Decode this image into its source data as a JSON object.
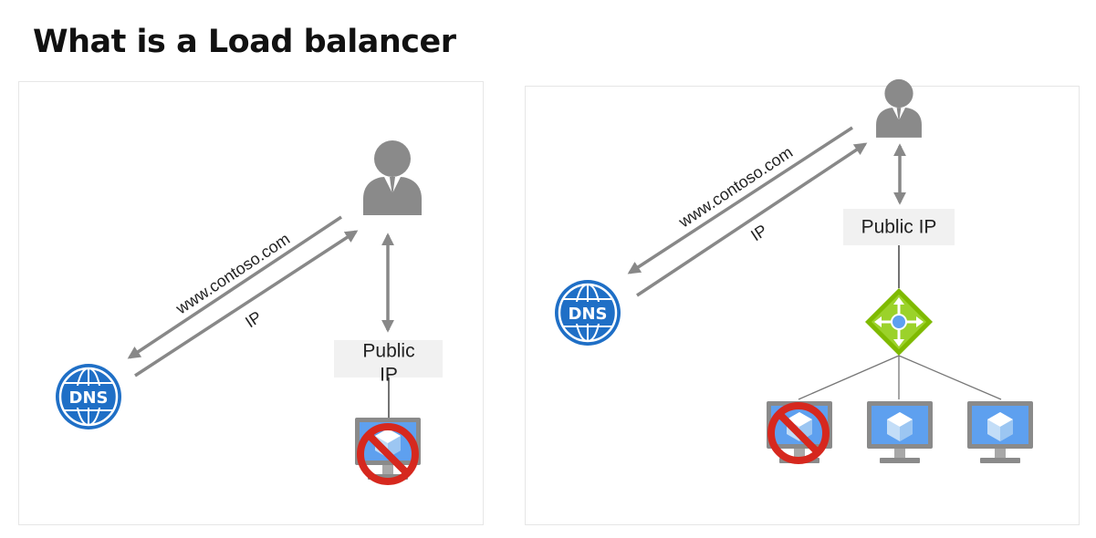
{
  "title": "What is a Load balancer",
  "left_diagram": {
    "request_label": "www.contoso.com",
    "response_label": "IP",
    "public_ip_label_line1": "Public",
    "public_ip_label_line2": "IP",
    "dns_label": "DNS",
    "vm_status": "unavailable"
  },
  "right_diagram": {
    "request_label": "www.contoso.com",
    "response_label": "IP",
    "public_ip_label": "Public IP",
    "dns_label": "DNS",
    "vms": [
      {
        "status": "unavailable"
      },
      {
        "status": "available"
      },
      {
        "status": "available"
      }
    ]
  },
  "colors": {
    "arrow": "#888888",
    "user": "#8a8a8a",
    "dns": "#1f6fc6",
    "load_balancer": "#7fba00",
    "vm_screen": "#5ea0ef",
    "block": "#d6281e"
  }
}
